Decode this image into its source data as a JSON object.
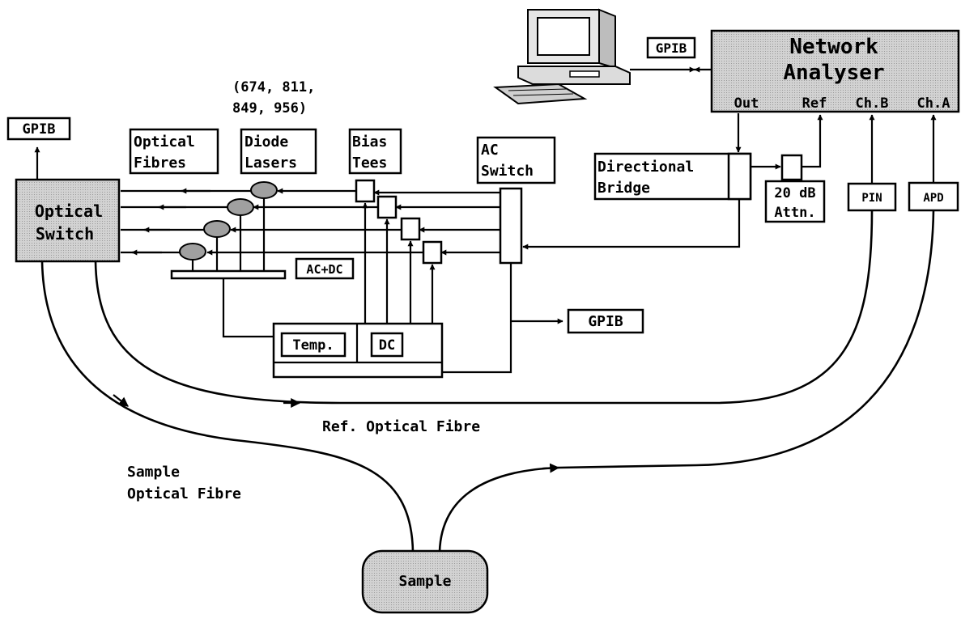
{
  "labels": {
    "network_analyser_line1": "Network",
    "network_analyser_line2": "Analyser",
    "port_out": "Out",
    "port_ref": "Ref",
    "port_chb": "Ch.B",
    "port_cha": "Ch.A",
    "gpib_top": "GPIB",
    "gpib_left": "GPIB",
    "gpib_bottom": "GPIB",
    "wavelengths_line1": "(674, 811,",
    "wavelengths_line2": "849, 956)",
    "optical_fibres_line1": "Optical",
    "optical_fibres_line2": "Fibres",
    "diode_lasers_line1": "Diode",
    "diode_lasers_line2": "Lasers",
    "bias_tees_line1": "Bias",
    "bias_tees_line2": "Tees",
    "ac_switch_line1": "AC",
    "ac_switch_line2": "Switch",
    "directional_bridge_line1": "Directional",
    "directional_bridge_line2": "Bridge",
    "attenuator_line1": "20 dB",
    "attenuator_line2": "Attn.",
    "optical_switch_line1": "Optical",
    "optical_switch_line2": "Switch",
    "pin": "PIN",
    "apd": "APD",
    "ac_dc": "AC+DC",
    "temp": "Temp.",
    "dc": "DC",
    "ref_fibre": "Ref. Optical Fibre",
    "sample_fibre_line1": "Sample",
    "sample_fibre_line2": "Optical Fibre",
    "sample": "Sample"
  },
  "icons": {
    "computer": "desktop-computer-icon"
  },
  "colors": {
    "shaded_fill": "#c9c9c9",
    "laser_fill": "#a0a0a0",
    "line": "#000000"
  }
}
